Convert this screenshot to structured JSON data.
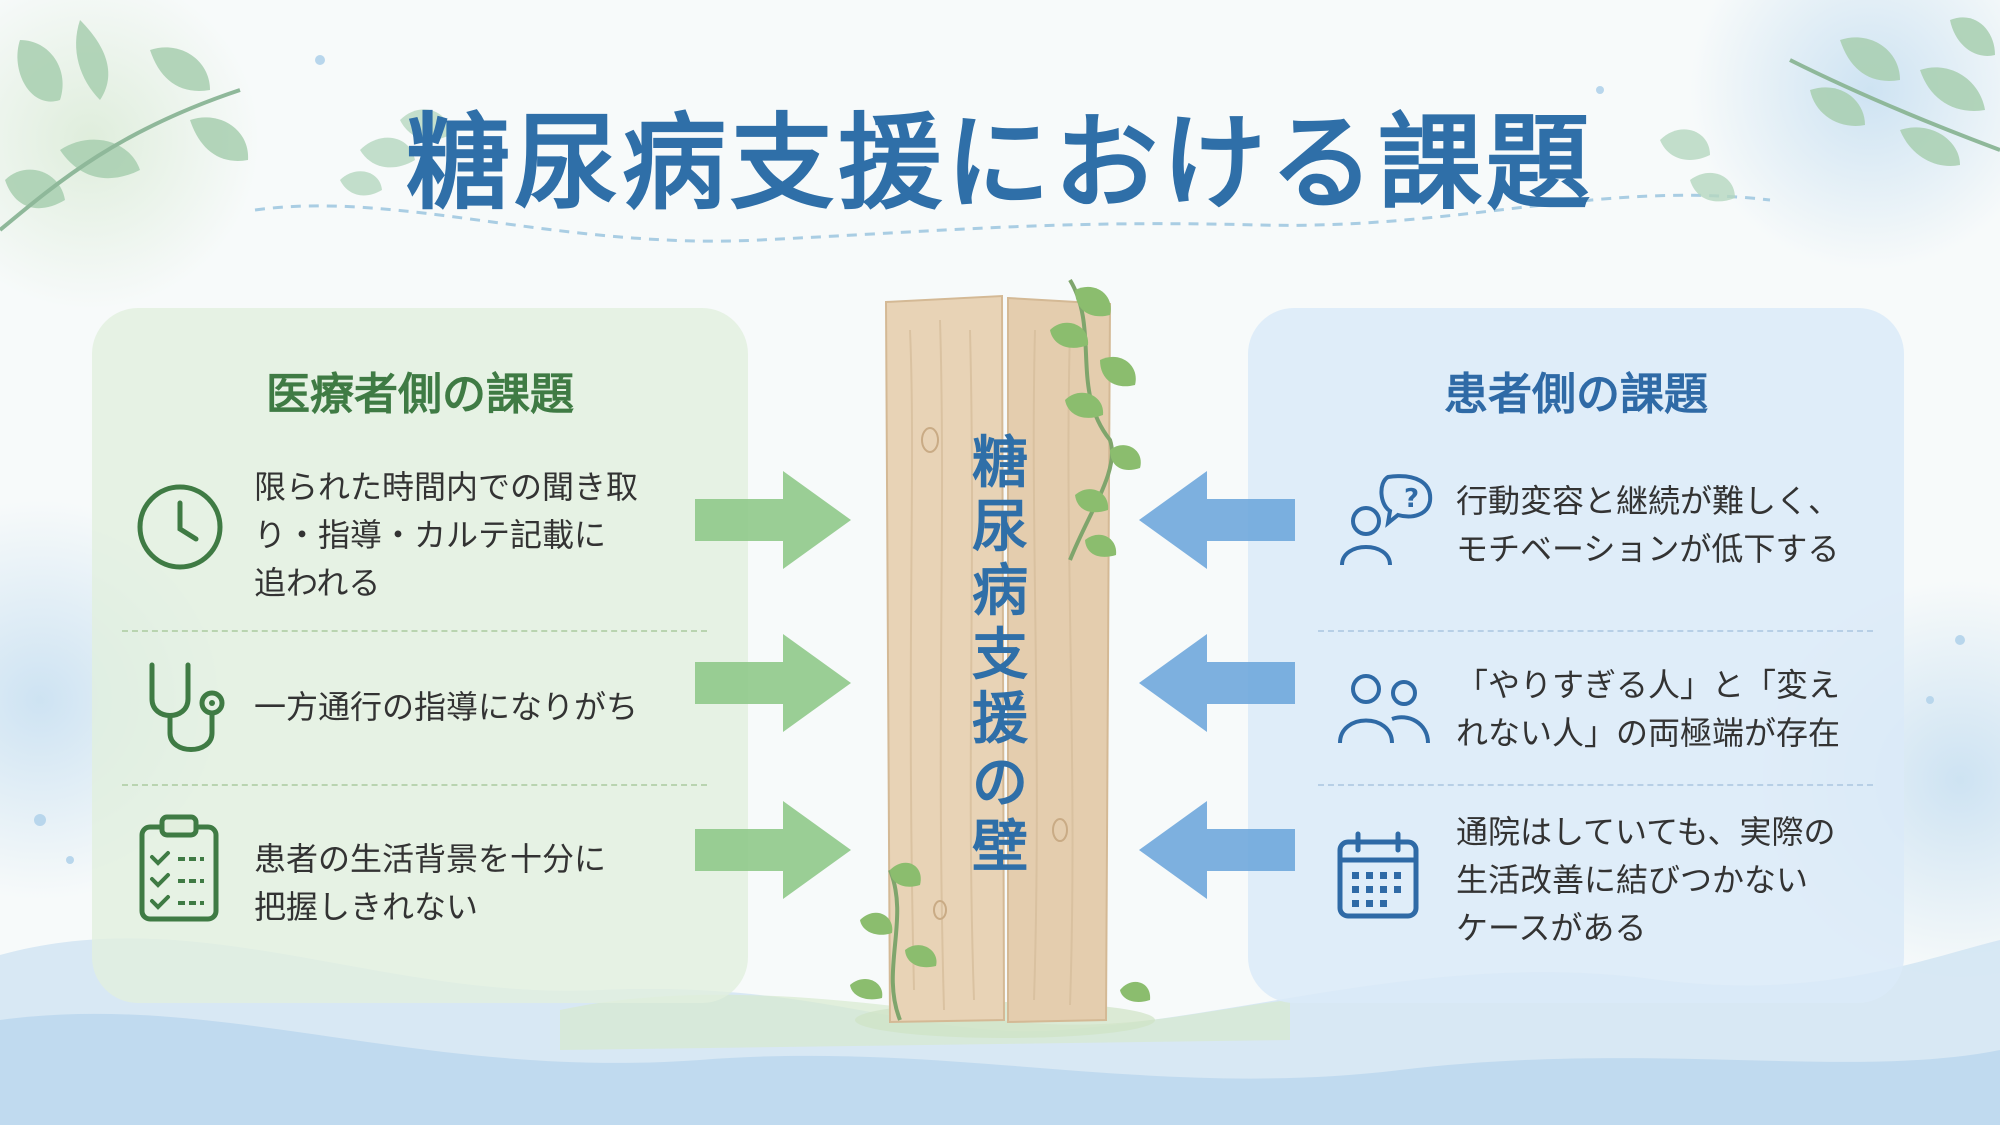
{
  "title": "糖尿病支援における課題",
  "wall_label": "糖\n尿\n病\n支\n援\nの\n壁",
  "left_panel": {
    "heading": "医療者側の課題",
    "items": [
      {
        "icon": "clock-icon",
        "text": "限られた時間内での聞き取\nり・指導・カルテ記載に\n追われる"
      },
      {
        "icon": "stethoscope-icon",
        "text": "一方通行の指導になりがち"
      },
      {
        "icon": "clipboard-checklist-icon",
        "text": "患者の生活背景を十分に\n把握しきれない"
      }
    ]
  },
  "right_panel": {
    "heading": "患者側の課題",
    "items": [
      {
        "icon": "person-question-icon",
        "text": "行動変容と継続が難しく、\nモチベーションが低下する"
      },
      {
        "icon": "two-people-icon",
        "text": "「やりすぎる人」と「変え\nれない人」の両極端が存在"
      },
      {
        "icon": "calendar-icon",
        "text": "通院はしていても、実際の\n生活改善に結びつかない\nケースがある"
      }
    ]
  },
  "colors": {
    "title": "#2f6fa8",
    "left_accent": "#3f7b44",
    "right_accent": "#2f6aa6",
    "green_arrow": "#8fc98a",
    "blue_arrow": "#6fa7dc",
    "wood": "#e6cfb0"
  }
}
